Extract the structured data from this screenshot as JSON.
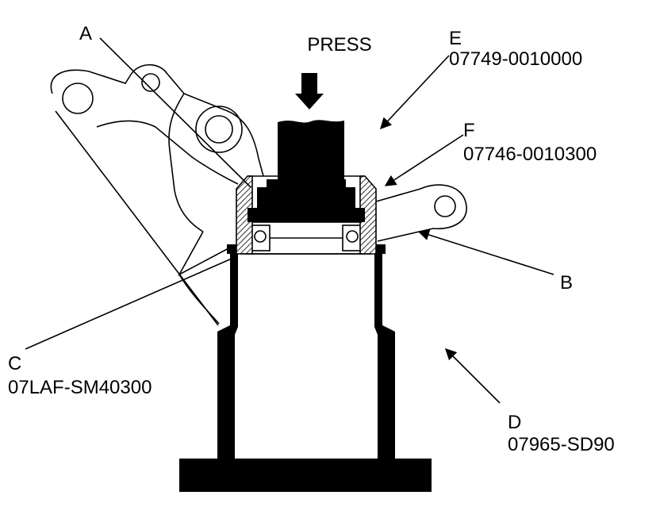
{
  "press_label": "PRESS",
  "callouts": {
    "A": {
      "letter": "A"
    },
    "B": {
      "letter": "B"
    },
    "C": {
      "letter": "C",
      "part_number": "07LAF-SM40300"
    },
    "D": {
      "letter": "D",
      "part_number": "07965-SD90"
    },
    "E": {
      "letter": "E",
      "part_number": "07749-0010000"
    },
    "F": {
      "letter": "F",
      "part_number": "07746-0010300"
    }
  },
  "colors": {
    "ink": "#000000",
    "paper": "#ffffff"
  },
  "icons": [
    "press-down-arrow-icon",
    "ball-bearing-icon"
  ]
}
